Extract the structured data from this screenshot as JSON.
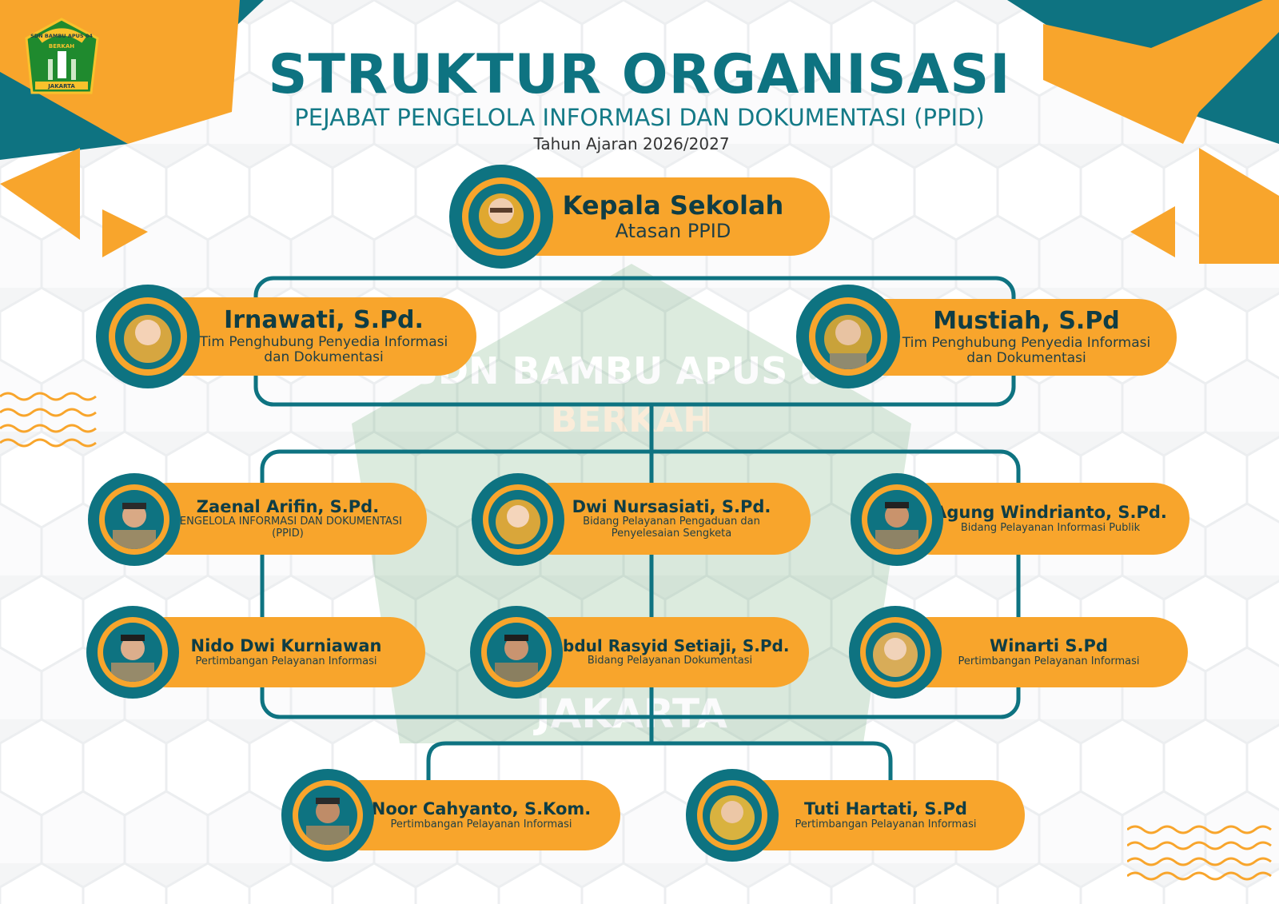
{
  "header": {
    "title": "STRUKTUR ORGANISASI",
    "subtitle": "PEJABAT PENGELOLA INFORMASI DAN DOKUMENTASI (PPID)",
    "year": "Tahun Ajaran 2026/2027"
  },
  "logo": {
    "top_text": "SDN BAMBU APUS 04",
    "motto": "BERKAH",
    "city": "JAKARTA"
  },
  "watermark": {
    "top_text": "SDN BAMBU APUS 04",
    "motto": "BERKAH",
    "city": "JAKARTA"
  },
  "members": {
    "kepala": {
      "name": "Kepala Sekolah",
      "role": "Atasan PPID"
    },
    "irnawati": {
      "name": "Irnawati, S.Pd.",
      "role1": "Tim Penghubung Penyedia Informasi",
      "role2": "dan Dokumentasi"
    },
    "mustiah": {
      "name": "Mustiah, S.Pd",
      "role1": "Tim Penghubung Penyedia Informasi",
      "role2": "dan Dokumentasi"
    },
    "zaenal": {
      "name": "Zaenal Arifin, S.Pd.",
      "role1": "PENGELOLA INFORMASI DAN DOKUMENTASI",
      "role2": "(PPID)"
    },
    "dwi": {
      "name": "Dwi Nursasiati, S.Pd.",
      "role1": "Bidang Pelayanan Pengaduan dan",
      "role2": "Penyelesaian Sengketa"
    },
    "agung": {
      "name": "Agung Windrianto, S.Pd.",
      "role1": "Bidang Pelayanan Informasi Publik"
    },
    "nido": {
      "name": "Nido Dwi Kurniawan",
      "role1": "Pertimbangan Pelayanan Informasi"
    },
    "abdul": {
      "name": "Abdul Rasyid Setiaji, S.Pd.",
      "role1": "Bidang Pelayanan Dokumentasi"
    },
    "winarti": {
      "name": "Winarti S.Pd",
      "role1": "Pertimbangan Pelayanan Informasi"
    },
    "noor": {
      "name": "Noor Cahyanto, S.Kom.",
      "role1": "Pertimbangan Pelayanan Informasi"
    },
    "tuti": {
      "name": "Tuti Hartati, S.Pd",
      "role1": "Pertimbangan Pelayanan Informasi"
    }
  },
  "colors": {
    "teal": "#0e7381",
    "orange": "#f8a52c",
    "dark_text": "#0f3d45"
  }
}
